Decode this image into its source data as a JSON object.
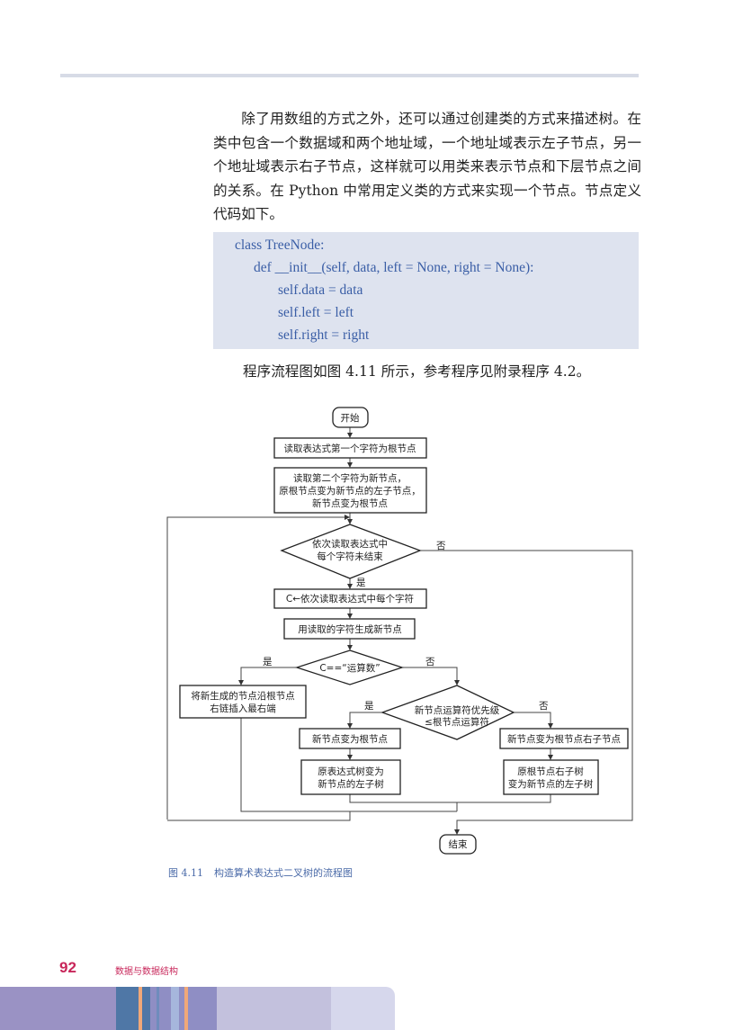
{
  "paragraph": {
    "lines": [
      "除了用数组的方式之外，还可以通过创建类的方式来描述树。在类中包含一个数据域和两个地址域，一个地址域表示左子节点，另一个地址域表示右子节点，这样就可以用类来表示节点和下层节点之间的关系。在 Python 中常用定义类的方式来实现一个节点。节点定义代码如下。"
    ]
  },
  "code": {
    "lines": [
      "class TreeNode:",
      "def __init__(self, data, left = None, right = None):",
      "self.data = data",
      "self.left = left",
      "self.right = right"
    ]
  },
  "after_code": "程序流程图如图 4.11 所示，参考程序见附录程序 4.2。",
  "flowchart": {
    "start": "开始",
    "step1": "读取表达式第一个字符为根节点",
    "step2": [
      "读取第二个字符为新节点，",
      "原根节点变为新节点的左子节点，",
      "新节点变为根节点"
    ],
    "cond1": [
      "依次读取表达式中",
      "每个字符未结束"
    ],
    "step3": "C←依次读取表达式中每个字符",
    "step4": "用读取的字符生成新节点",
    "cond2": "C==“运算数”",
    "step5": [
      "将新生成的节点沿根节点",
      "右链插入最右端"
    ],
    "cond3": [
      "新节点运算符优先级",
      "≤根节点运算符"
    ],
    "step6": "新节点变为根节点",
    "step7": [
      "原表达式树变为",
      "新节点的左子树"
    ],
    "step8": "新节点变为根节点右子节点",
    "step9": [
      "原根节点右子树",
      "变为新节点的左子树"
    ],
    "end": "结束",
    "yes": "是",
    "no": "否"
  },
  "caption": {
    "number": "图 4.11",
    "title": "构造算术表达式二叉树的流程图"
  },
  "footer": {
    "page_number": "92",
    "book_title": "数据与数据结构"
  },
  "colors": {
    "accent": "#c8265a",
    "code_text": "#3a5ea6",
    "code_bg": "#dee3ef"
  }
}
